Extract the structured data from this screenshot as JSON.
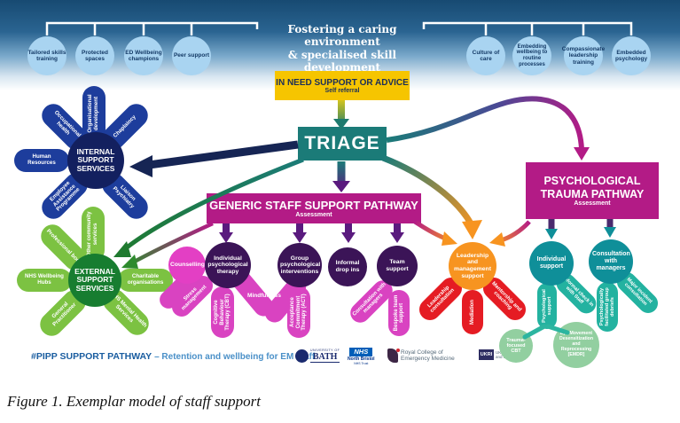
{
  "banner": {
    "title_line1": "Fostering a caring environment",
    "title_line2": "& specialised skill development",
    "left_bubbles": [
      "Tailored skills training",
      "Protected spaces",
      "ED Wellbeing champions",
      "Peer support"
    ],
    "right_bubbles": [
      "Culture of care",
      "Embedding wellbeing to routine processes",
      "Compassionate leadership training",
      "Embedded psychology"
    ]
  },
  "entry": {
    "title": "IN NEED SUPPORT OR ADVICE",
    "subtitle": "Self referral"
  },
  "triage_label": "TRIAGE",
  "internal": {
    "center": "INTERNAL SUPPORT SERVICES",
    "petals": [
      "Organisational development",
      "Occupational health",
      "Chaplaincy",
      "Human Resources",
      "Employee Assistance Programme",
      "Liaison Psychiatry"
    ]
  },
  "external": {
    "center": "EXTERNAL SUPPORT SERVICES",
    "petals": [
      "Other community services",
      "Professional body",
      "Charitable organisations",
      "NHS Wellbeing Hubs",
      "General Practitioner",
      "NHS Mental Health Services"
    ]
  },
  "generic": {
    "title": "GENERIC STAFF SUPPORT PATHWAY",
    "subtitle": "Assessment",
    "counselling": "Counselling",
    "circles": [
      "Individual psychological therapy",
      "Group psychological interventions",
      "Informal drop ins",
      "Team support"
    ],
    "petals": {
      "stress": "Stress management",
      "cbt": "Cognitive Behaviour Therapy (CBT)",
      "mindfulness": "Mindfulness",
      "act": "Acceptance Commitment Therapy (ACT)",
      "consultation": "Consultation with managers",
      "bespoke": "Bespoke team support"
    }
  },
  "leadership": {
    "center": "Leadership and management support",
    "petals": [
      "Leadership consultation",
      "Mediation",
      "Mentorship and coaching"
    ]
  },
  "trauma": {
    "title": "PSYCHOLOGICAL TRAUMA PATHWAY",
    "subtitle": "Assessment",
    "circles": [
      "Individual support",
      "Consultation with managers"
    ],
    "petals": {
      "psych": "Psychological support",
      "checkin": "Informal check in with Staff",
      "group": "Psychologically facilitated group debriefs",
      "major": "Major incident consultation"
    },
    "sub_circles": [
      "Trauma-focused CBT",
      "Eye Movement Desensitization and Reprocessing [EMDR]"
    ]
  },
  "footer": {
    "hashtag": "#PIPP SUPPORT PATHWAY",
    "tagline": "– Retention and wellbeing for EM staff",
    "logos": {
      "bath_top": "UNIVERSITY OF",
      "bath": "BATH",
      "nhs": "NHS",
      "nhs_trust": "North Bristol",
      "nhs_sub": "NHS Trust",
      "rcem1": "Royal College of",
      "rcem2": "Emergency Medicine",
      "ukri_box": "UKRI",
      "ukri1": "UK Research",
      "ukri2": "and Innovation"
    }
  },
  "caption": "Figure 1. Exemplar model of staff support",
  "colors": {
    "banner_navy": "#174a72",
    "bubble_blue": "#a9d4f1",
    "yellow": "#f6c500",
    "triage_teal": "#1b7b78",
    "navy_center": "#13205f",
    "navy_petal": "#1d3d9c",
    "green_center": "#177d30",
    "green_petal": "#7cc242",
    "magenta": "#b31b86",
    "purple_circle": "#3b1457",
    "pink_petal": "#d943c1",
    "orange": "#f79420",
    "red_petal": "#e51c23",
    "teal_circle": "#0f8f99",
    "teal_petal": "#23b2a0",
    "light_green": "#92cfa0",
    "footer_blue": "#1a5da0"
  }
}
